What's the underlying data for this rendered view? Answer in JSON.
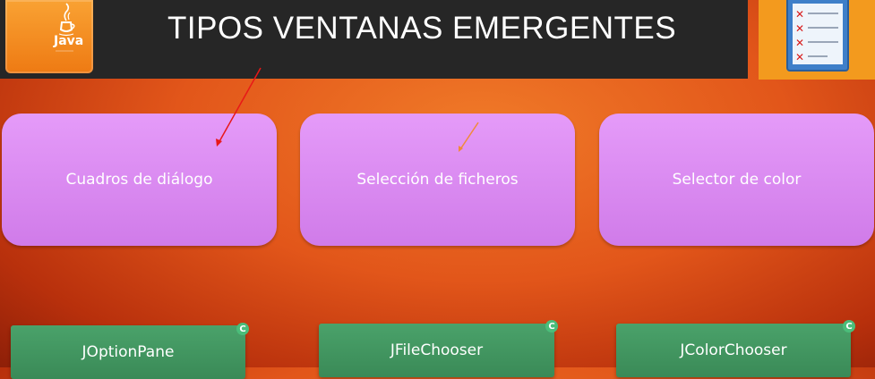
{
  "header": {
    "title": "TIPOS VENTANAS EMERGENTES",
    "logo_text": "Java"
  },
  "cards": [
    {
      "label": "Cuadros de diálogo"
    },
    {
      "label": "Selección de ficheros"
    },
    {
      "label": "Selector de color"
    }
  ],
  "classes": [
    {
      "label": "JOptionPane",
      "badge": "C"
    },
    {
      "label": "JFileChooser",
      "badge": "C"
    },
    {
      "label": "JColorChooser",
      "badge": "C"
    }
  ],
  "colors": {
    "card": "#dd8ff5",
    "class_box": "#3f9260",
    "header": "#262626",
    "background": "#e2561a"
  }
}
